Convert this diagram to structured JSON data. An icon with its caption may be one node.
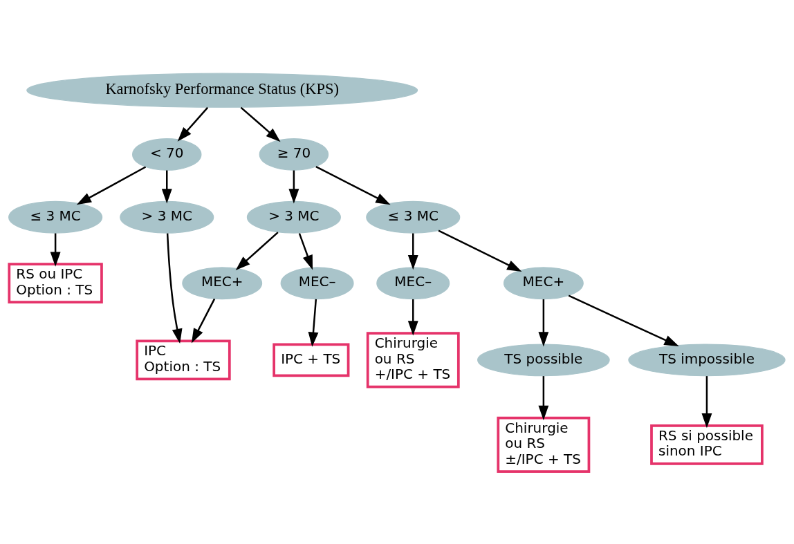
{
  "diagram": {
    "nodes": [
      {
        "text": [
          "Karnofsky Performance Status (KPS)"
        ]
      },
      {
        "text": [
          "< 70"
        ]
      },
      {
        "text": [
          "≥ 70"
        ]
      },
      {
        "text": [
          "≤ 3 MC"
        ]
      },
      {
        "text": [
          "> 3 MC"
        ]
      },
      {
        "text": [
          "RS ou IPC",
          "Option : TS"
        ]
      },
      {
        "text": [
          "> 3 MC"
        ]
      },
      {
        "text": [
          "≤ 3 MC"
        ]
      },
      {
        "text": [
          "MEC+"
        ]
      },
      {
        "text": [
          "MEC–"
        ]
      },
      {
        "text": [
          "IPC",
          "Option : TS"
        ]
      },
      {
        "text": [
          "IPC + TS"
        ]
      },
      {
        "text": [
          "MEC–"
        ]
      },
      {
        "text": [
          "MEC+"
        ]
      },
      {
        "text": [
          "Chirurgie ou RS +/IPC + TS"
        ]
      },
      {
        "text": [
          "TS possible"
        ]
      },
      {
        "text": [
          "TS impossible"
        ]
      },
      {
        "text": [
          "Chirurgie ou RS ±/IPC + TS"
        ]
      },
      {
        "text": [
          "RS si possible sinon IPC"
        ]
      }
    ],
    "edges": [
      {
        "from": 0,
        "to": 1,
        "arrow": "to"
      },
      {
        "from": 0,
        "to": 2,
        "arrow": "to"
      },
      {
        "from": 1,
        "to": 3,
        "arrow": "to"
      },
      {
        "from": 1,
        "to": 4,
        "arrow": "to"
      },
      {
        "from": 3,
        "to": 5,
        "arrow": "to"
      },
      {
        "from": 4,
        "to": 10,
        "arrow": "to"
      },
      {
        "from": 2,
        "to": 6,
        "arrow": "to"
      },
      {
        "from": 2,
        "to": 7,
        "arrow": "to"
      },
      {
        "from": 6,
        "to": 8,
        "arrow": "to"
      },
      {
        "from": 6,
        "to": 9,
        "arrow": "to"
      },
      {
        "from": 8,
        "to": 10,
        "arrow": "to"
      },
      {
        "from": 9,
        "to": 11,
        "arrow": "to"
      },
      {
        "from": 7,
        "to": 12,
        "arrow": "to"
      },
      {
        "from": 7,
        "to": 13,
        "arrow": "to"
      },
      {
        "from": 12,
        "to": 14,
        "arrow": "to"
      },
      {
        "from": 13,
        "to": 15,
        "arrow": "to"
      },
      {
        "from": 13,
        "to": 16,
        "arrow": "to"
      },
      {
        "from": 15,
        "to": 17,
        "arrow": "to"
      },
      {
        "from": 16,
        "to": 18,
        "arrow": "to"
      }
    ]
  }
}
